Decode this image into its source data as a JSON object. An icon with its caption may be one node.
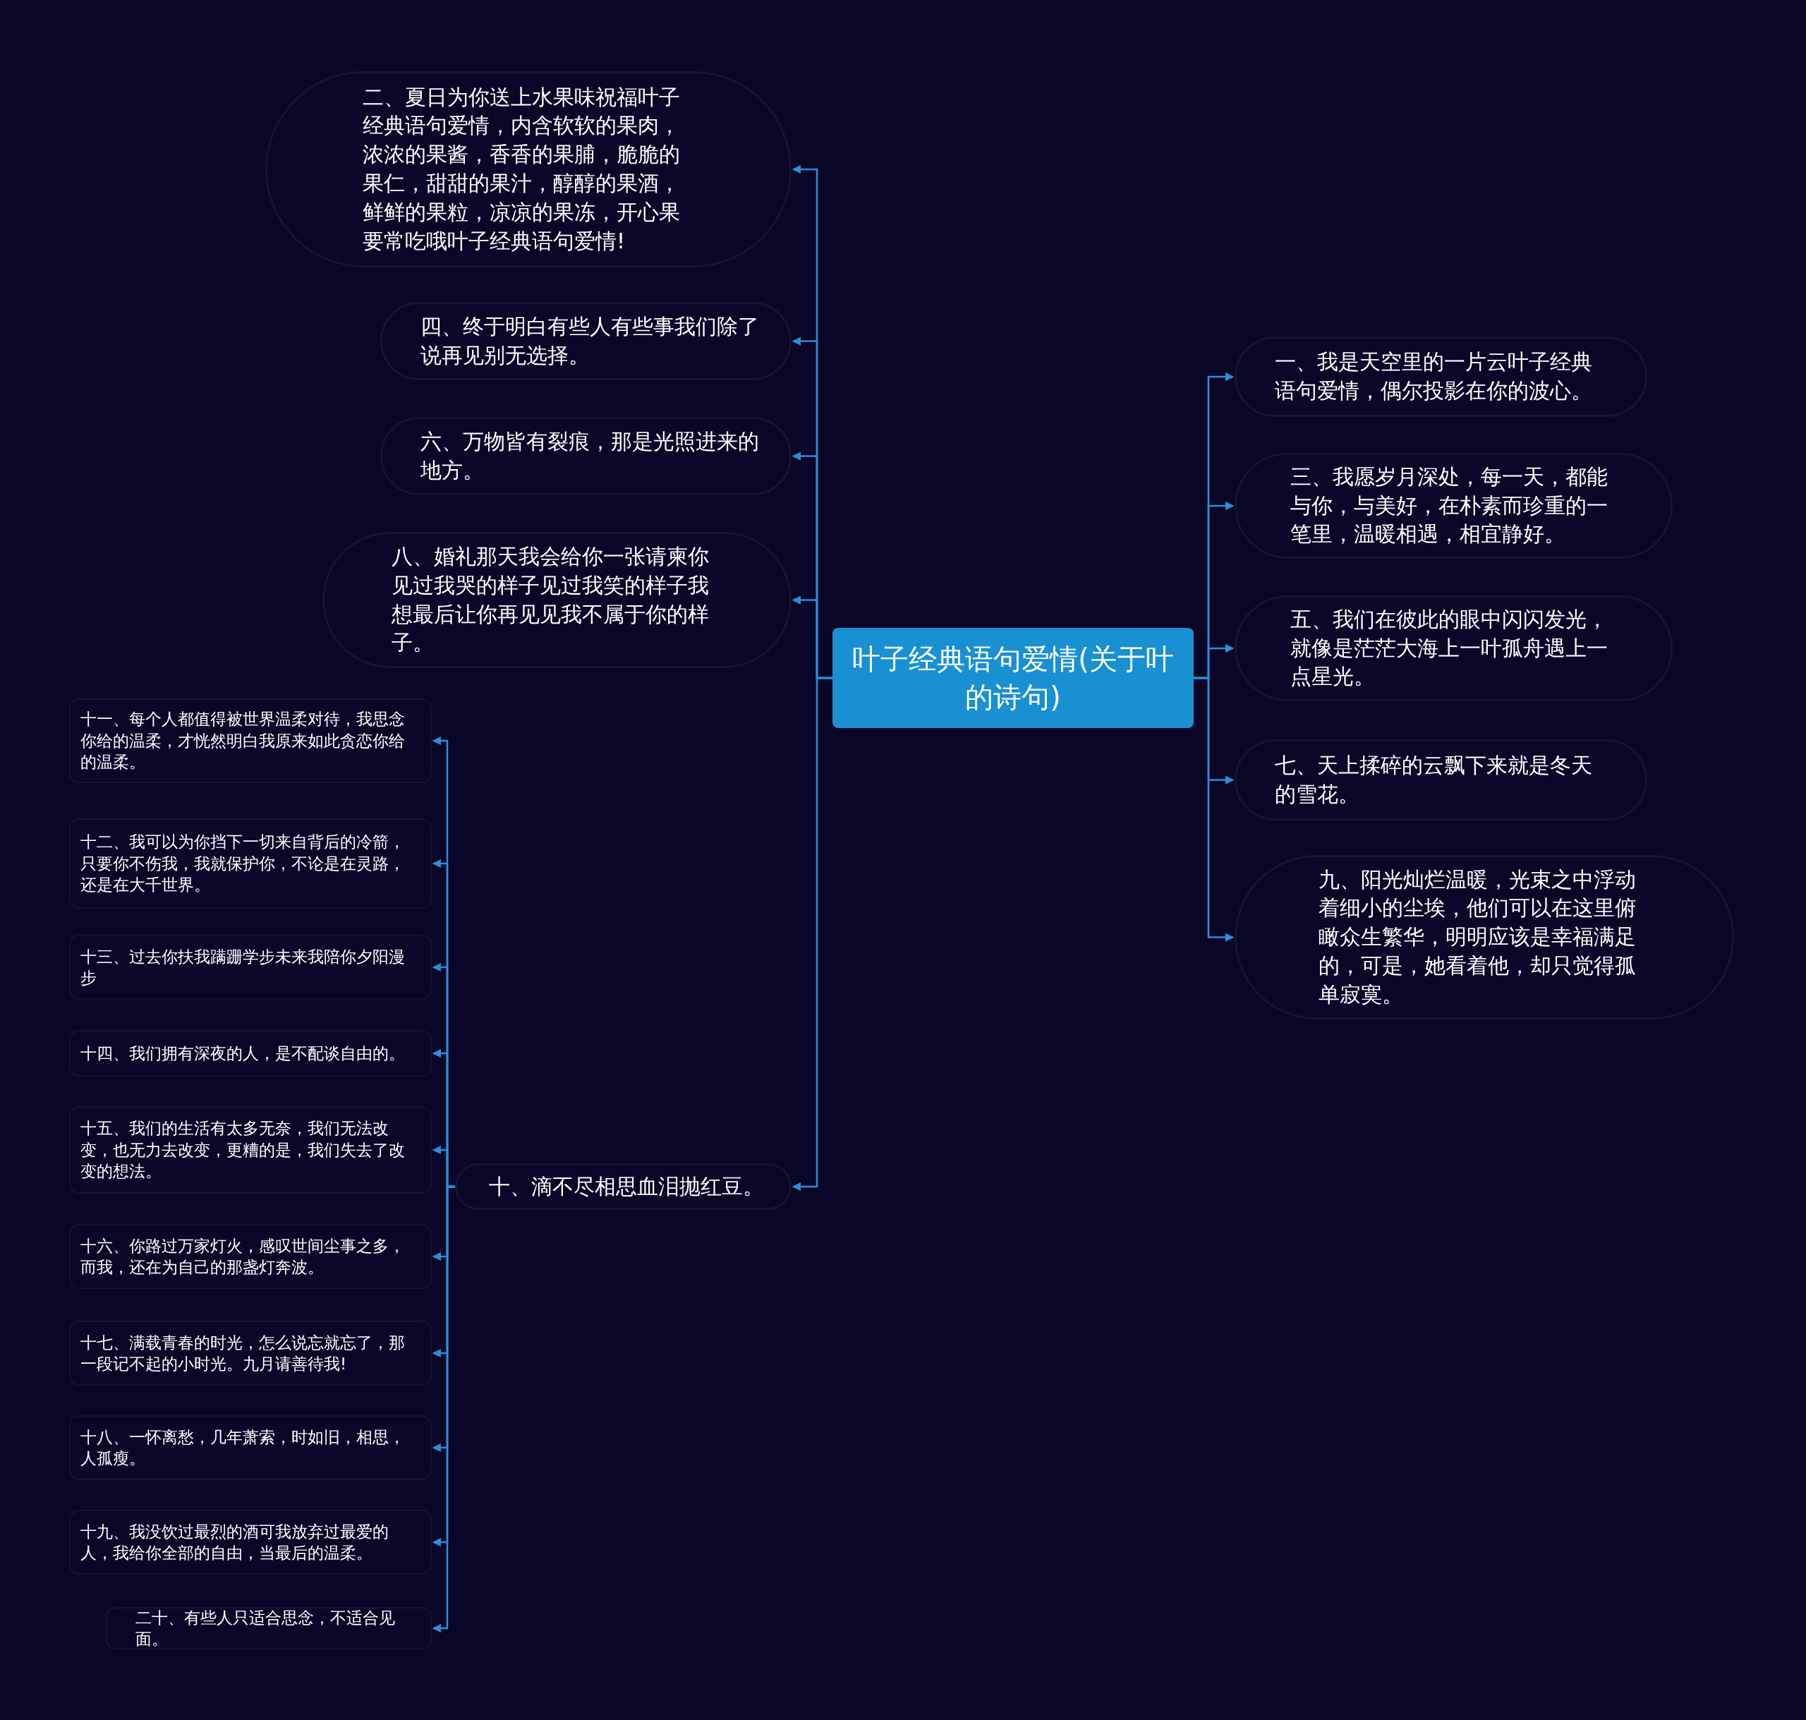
{
  "diagram": {
    "nodes": [
      {
        "text": [
          "叶子经典语句爱情(关于叶的诗句)"
        ]
      },
      {
        "text": [
          "一、我是天空里的一片云叶子经典语句爱情，偶尔投影在你的波心。"
        ]
      },
      {
        "text": [
          "三、我愿岁月深处，每一天，都能与你，与美好，在朴素而珍重的一笔里，温暖相遇，相宜静好。"
        ]
      },
      {
        "text": [
          "五、我们在彼此的眼中闪闪发光，就像是茫茫大海上一叶孤舟遇上一点星光。"
        ]
      },
      {
        "text": [
          "七、天上揉碎的云飘下来就是冬天的雪花。"
        ]
      },
      {
        "text": [
          "九、阳光灿烂温暖，光束之中浮动着细小的尘埃，他们可以在这里俯瞰众生繁华，明明应该是幸福满足的，可是，她看着他，却只觉得孤单寂寞。"
        ]
      },
      {
        "text": [
          "二、夏日为你送上水果味祝福叶子经典语句爱情，内含软软的果肉，浓浓的果酱，香香的果脯，脆脆的果仁，甜甜的果汁，醇醇的果酒，鲜鲜的果粒，凉凉的果冻，开心果要常吃哦叶子经典语句爱情!"
        ]
      },
      {
        "text": [
          "四、终于明白有些人有些事我们除了说再见别无选择。"
        ]
      },
      {
        "text": [
          "六、万物皆有裂痕，那是光照进来的地方。"
        ]
      },
      {
        "text": [
          "八、婚礼那天我会给你一张请柬你见过我哭的样子见过我笑的样子我想最后让你再见见我不属于你的样子。"
        ]
      },
      {
        "text": [
          "十、滴不尽相思血泪抛红豆。"
        ]
      },
      {
        "text": [
          "十一、每个人都值得被世界温柔对待，我思念你给的温柔，才恍然明白我原来如此贪恋你给的温柔。"
        ]
      },
      {
        "text": [
          "十二、我可以为你挡下一切来自背后的冷箭，只要你不伤我，我就保护你，不论是在灵路，还是在大千世界。"
        ]
      },
      {
        "text": [
          "十三、过去你扶我蹒跚学步未来我陪你夕阳漫步"
        ]
      },
      {
        "text": [
          "十四、我们拥有深夜的人，是不配谈自由的。"
        ]
      },
      {
        "text": [
          "十五、我们的生活有太多无奈，我们无法改变，也无力去改变，更糟的是，我们失去了改变的想法。"
        ]
      },
      {
        "text": [
          "十六、你路过万家灯火，感叹世间尘事之多，而我，还在为自己的那盏灯奔波。"
        ]
      },
      {
        "text": [
          "十七、满载青春的时光，怎么说忘就忘了，那一段记不起的小时光。九月请善待我!"
        ]
      },
      {
        "text": [
          "十八、一怀离愁，几年萧索，时如旧，相思，人孤瘦。"
        ]
      },
      {
        "text": [
          "十九、我没饮过最烈的酒可我放弃过最爱的人，我给你全部的自由，当最后的温柔。"
        ]
      },
      {
        "text": [
          "二十、有些人只适合思念，不适合见面。"
        ]
      }
    ],
    "edges": [
      {
        "from": 0,
        "to": 1,
        "arrow": "to"
      },
      {
        "from": 0,
        "to": 2,
        "arrow": "to"
      },
      {
        "from": 0,
        "to": 3,
        "arrow": "to"
      },
      {
        "from": 0,
        "to": 4,
        "arrow": "to"
      },
      {
        "from": 0,
        "to": 5,
        "arrow": "to"
      },
      {
        "from": 0,
        "to": 6,
        "arrow": "to"
      },
      {
        "from": 0,
        "to": 7,
        "arrow": "to"
      },
      {
        "from": 0,
        "to": 8,
        "arrow": "to"
      },
      {
        "from": 0,
        "to": 9,
        "arrow": "to"
      },
      {
        "from": 0,
        "to": 10,
        "arrow": "to"
      },
      {
        "from": 10,
        "to": 11,
        "arrow": "to"
      },
      {
        "from": 10,
        "to": 12,
        "arrow": "to"
      },
      {
        "from": 10,
        "to": 13,
        "arrow": "to"
      },
      {
        "from": 10,
        "to": 14,
        "arrow": "to"
      },
      {
        "from": 10,
        "to": 15,
        "arrow": "to"
      },
      {
        "from": 10,
        "to": 16,
        "arrow": "to"
      },
      {
        "from": 10,
        "to": 17,
        "arrow": "to"
      },
      {
        "from": 10,
        "to": 18,
        "arrow": "to"
      },
      {
        "from": 10,
        "to": 19,
        "arrow": "to"
      },
      {
        "from": 10,
        "to": 20,
        "arrow": "to"
      }
    ]
  }
}
